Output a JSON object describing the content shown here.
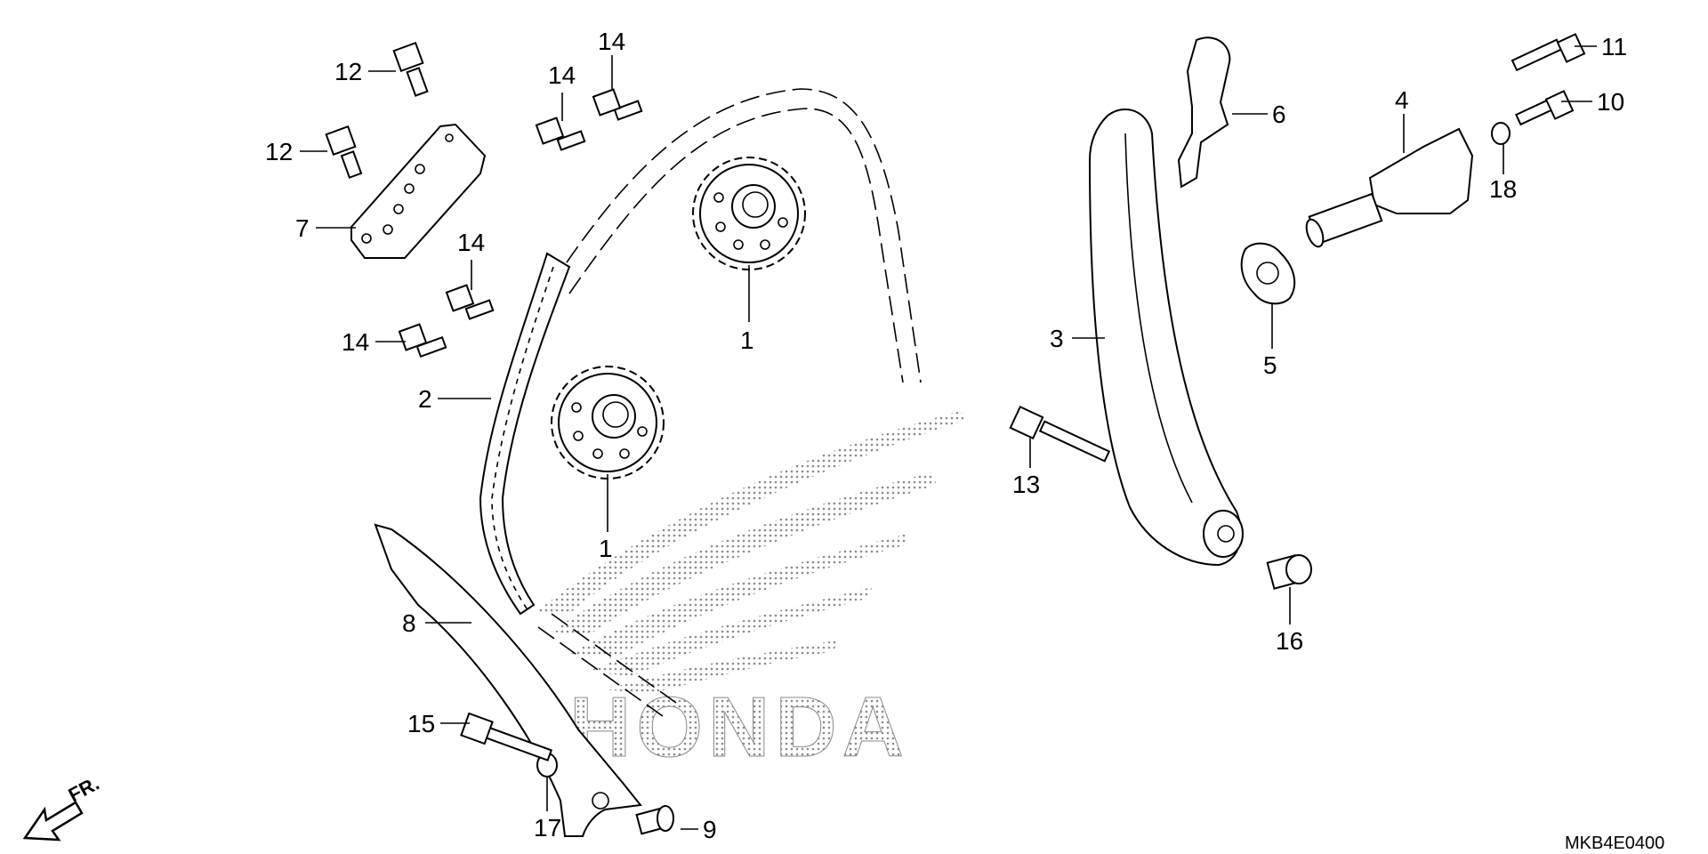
{
  "diagram": {
    "document_code": "MKB4E0400",
    "direction_label": "FR.",
    "watermark": "HONDA",
    "callouts": [
      "1",
      "1",
      "2",
      "3",
      "4",
      "5",
      "6",
      "7",
      "8",
      "9",
      "10",
      "11",
      "12",
      "12",
      "13",
      "14",
      "14",
      "14",
      "14",
      "15",
      "16",
      "17",
      "18"
    ],
    "colors": {
      "line": "#000000",
      "background": "#ffffff",
      "watermark": "#9a9a9a"
    },
    "icons": {
      "sprocket": "gear-icon",
      "bolt": "bolt-icon",
      "arrow": "arrow-down-left-icon",
      "wing": "honda-wing-logo"
    }
  }
}
